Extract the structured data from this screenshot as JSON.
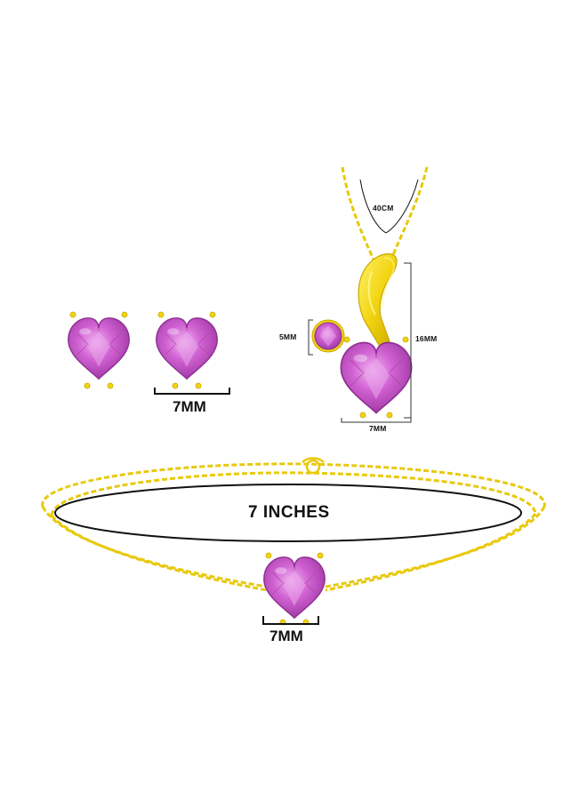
{
  "labels": {
    "earring_size": "7MM",
    "chain_length": "40CM",
    "small_stone_size": "5MM",
    "pendant_height": "16MM",
    "pendant_heart_size": "7MM",
    "bracelet_length": "7 INCHES",
    "bracelet_heart_size": "7MM"
  },
  "colors": {
    "gold": "#f2d411",
    "gold_dark": "#c9a800",
    "gem": "#c54fc7",
    "gem_light": "#e59be6",
    "gem_dark": "#8e2f92",
    "measure_line": "#111111"
  }
}
